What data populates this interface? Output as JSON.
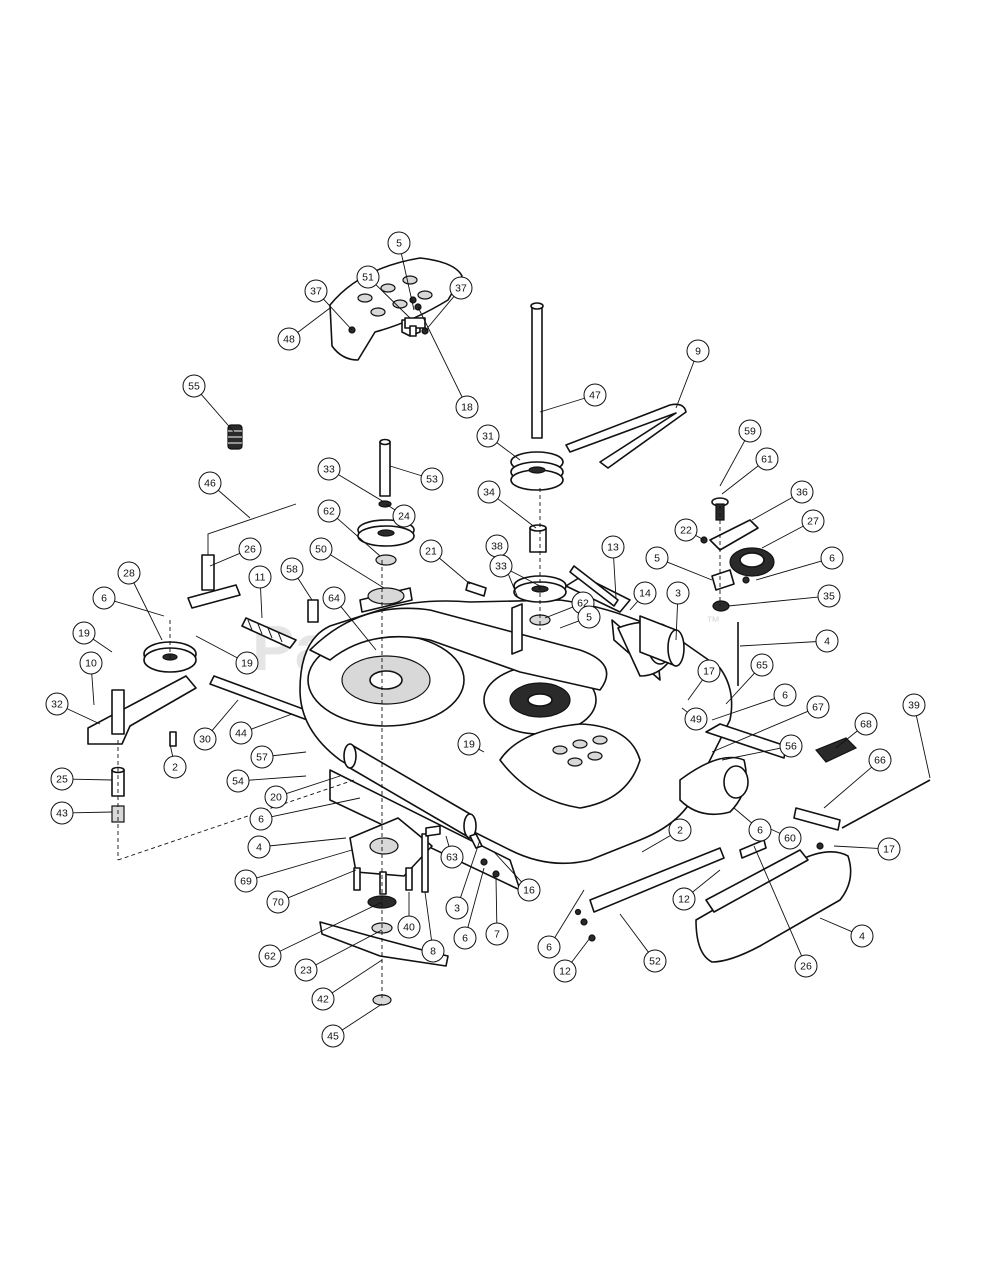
{
  "watermark": {
    "text": "PartsTree",
    "trademark": "™"
  },
  "callouts": [
    {
      "label": "5"
    },
    {
      "label": "51"
    },
    {
      "label": "37"
    },
    {
      "label": "37"
    },
    {
      "label": "48"
    },
    {
      "label": "18"
    },
    {
      "label": "55"
    },
    {
      "label": "47"
    },
    {
      "label": "9"
    },
    {
      "label": "31"
    },
    {
      "label": "53"
    },
    {
      "label": "33"
    },
    {
      "label": "24"
    },
    {
      "label": "34"
    },
    {
      "label": "59"
    },
    {
      "label": "61"
    },
    {
      "label": "36"
    },
    {
      "label": "27"
    },
    {
      "label": "22"
    },
    {
      "label": "5"
    },
    {
      "label": "6"
    },
    {
      "label": "35"
    },
    {
      "label": "46"
    },
    {
      "label": "62"
    },
    {
      "label": "26"
    },
    {
      "label": "50"
    },
    {
      "label": "21"
    },
    {
      "label": "38"
    },
    {
      "label": "33"
    },
    {
      "label": "13"
    },
    {
      "label": "28"
    },
    {
      "label": "11"
    },
    {
      "label": "58"
    },
    {
      "label": "14"
    },
    {
      "label": "3"
    },
    {
      "label": "62"
    },
    {
      "label": "4"
    },
    {
      "label": "5"
    },
    {
      "label": "64"
    },
    {
      "label": "19"
    },
    {
      "label": "6"
    },
    {
      "label": "19"
    },
    {
      "label": "10"
    },
    {
      "label": "17"
    },
    {
      "label": "65"
    },
    {
      "label": "32"
    },
    {
      "label": "30"
    },
    {
      "label": "44"
    },
    {
      "label": "49"
    },
    {
      "label": "6"
    },
    {
      "label": "67"
    },
    {
      "label": "19"
    },
    {
      "label": "57"
    },
    {
      "label": "68"
    },
    {
      "label": "39"
    },
    {
      "label": "56"
    },
    {
      "label": "2"
    },
    {
      "label": "54"
    },
    {
      "label": "25"
    },
    {
      "label": "20"
    },
    {
      "label": "66"
    },
    {
      "label": "43"
    },
    {
      "label": "6"
    },
    {
      "label": "4"
    },
    {
      "label": "60"
    },
    {
      "label": "6"
    },
    {
      "label": "2"
    },
    {
      "label": "17"
    },
    {
      "label": "69"
    },
    {
      "label": "63"
    },
    {
      "label": "16"
    },
    {
      "label": "12"
    },
    {
      "label": "70"
    },
    {
      "label": "40"
    },
    {
      "label": "3"
    },
    {
      "label": "6"
    },
    {
      "label": "7"
    },
    {
      "label": "8"
    },
    {
      "label": "6"
    },
    {
      "label": "62"
    },
    {
      "label": "12"
    },
    {
      "label": "52"
    },
    {
      "label": "4"
    },
    {
      "label": "23"
    },
    {
      "label": "26"
    },
    {
      "label": "42"
    },
    {
      "label": "45"
    }
  ]
}
